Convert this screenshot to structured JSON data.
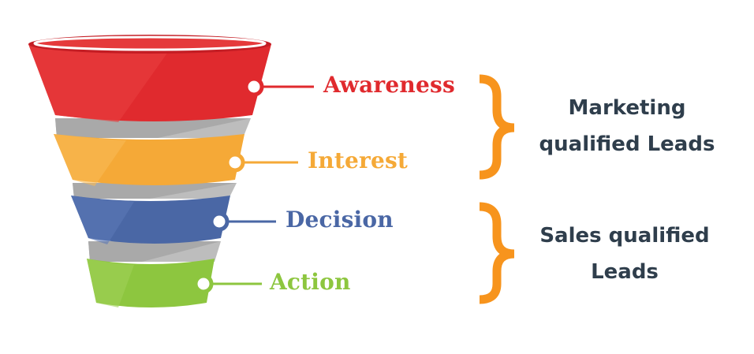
{
  "stages": [
    {
      "label": "Awareness",
      "color": "#e02a2e"
    },
    {
      "label": "Interest",
      "color": "#f5a937"
    },
    {
      "label": "Decision",
      "color": "#4a67a5"
    },
    {
      "label": "Action",
      "color": "#8dc63f"
    }
  ],
  "groups": [
    {
      "line1": "Marketing",
      "line2": "qualified Leads",
      "brace_color": "#f7941d"
    },
    {
      "line1": "Sales qualified",
      "line2": "Leads",
      "brace_color": "#f7941d"
    }
  ],
  "funnel_gray": "#b8b8b8"
}
